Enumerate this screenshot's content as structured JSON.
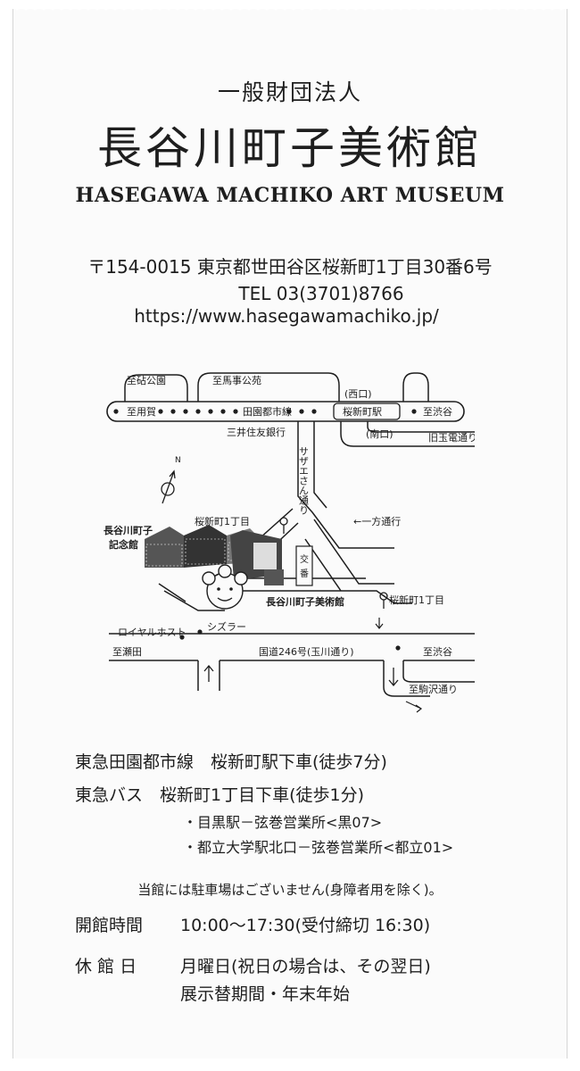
{
  "header": {
    "organization": "一般財団法人",
    "title_ja": "長谷川町子美術館",
    "title_en": "HASEGAWA MACHIKO ART MUSEUM"
  },
  "contact": {
    "address": "〒154-0015 東京都世田谷区桜新町1丁目30番6号",
    "tel": "TEL 03(3701)8766",
    "url": "https://www.hasegawamachiko.jp/"
  },
  "map": {
    "labels": {
      "to_kinuta_park": "至砧公園",
      "to_bajikouen": "至馬事公苑",
      "to_yoga": "至用賀",
      "line_name": "田園都市線",
      "west_exit": "(西口)",
      "station": "桜新町駅",
      "to_shibuya_top": "至渋谷",
      "bank": "三井住友銀行",
      "south_exit": "(南口)",
      "old_tamaden": "旧玉電通り",
      "sazaesan_street": "サザエさん通り",
      "one_way": "←一方通行",
      "memorial_hall": [
        "長谷川町子",
        "記念館"
      ],
      "sakurashinmachi_1chome_top": "桜新町1丁目",
      "police_box": [
        "交",
        "番"
      ],
      "museum": "長谷川町子美術館",
      "sakurashinmachi_1chome_right": "桜新町1丁目",
      "royal_host": "ロイヤルホスト",
      "sizzler": "シズラー",
      "to_seta": "至瀬田",
      "route246": "国道246号(玉川通り)",
      "to_shibuya_bottom": "至渋谷",
      "to_komazawa": "至駒沢通り",
      "north": "N"
    }
  },
  "access": {
    "train": "東急田園都市線　桜新町駅下車(徒歩7分)",
    "bus": "東急バス　桜新町1丁目下車(徒歩1分)",
    "bus_routes": [
      "・目黒駅－弦巻営業所<黒07>",
      "・都立大学駅北口－弦巻営業所<都立01>"
    ],
    "parking_note": "当館には駐車場はございません(身障者用を除く)。"
  },
  "hours": {
    "label": "開館時間",
    "value": "10:00～17:30(受付締切 16:30)"
  },
  "closed": {
    "label": "休 館 日",
    "line1": "月曜日(祝日の場合は、その翌日)",
    "line2": "展示替期間・年末年始"
  }
}
